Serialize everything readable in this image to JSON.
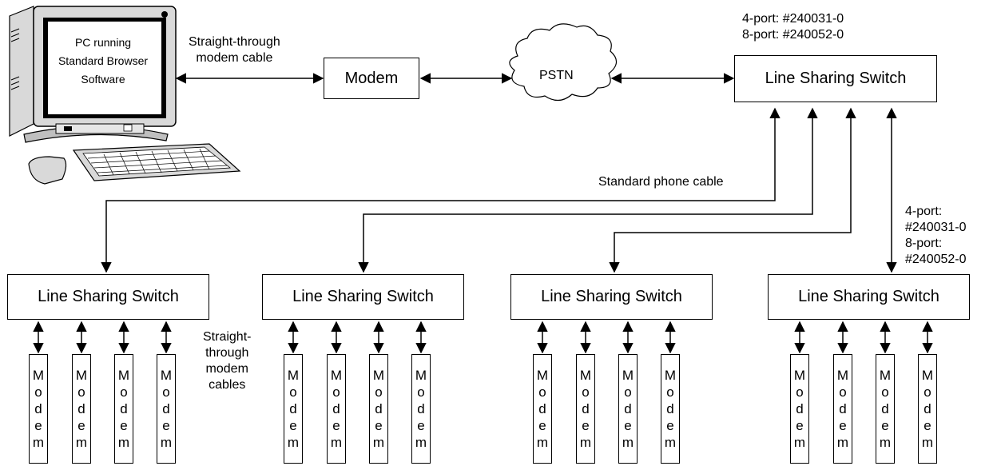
{
  "computer": {
    "icon": "desktop-computer-icon",
    "screen_lines": [
      "PC running",
      "Standard Browser",
      "Software"
    ]
  },
  "top_cable_label": [
    "Straight-through",
    "modem cable"
  ],
  "modem_label": "Modem",
  "pstn_label": "PSTN",
  "main_switch": {
    "label": "Line Sharing Switch",
    "part_lines": [
      "4-port: #240031-0",
      "8-port: #240052-0"
    ]
  },
  "phone_cable_label": "Standard phone cable",
  "side_part_lines": [
    "4-port:",
    "#240031-0",
    "8-port:",
    "#240052-0"
  ],
  "bottom_cable_label": [
    "Straight-",
    "through",
    "modem",
    "cables"
  ],
  "sub_switches": [
    {
      "label": "Line Sharing Switch"
    },
    {
      "label": "Line Sharing Switch"
    },
    {
      "label": "Line Sharing Switch"
    },
    {
      "label": "Line Sharing Switch"
    }
  ],
  "vertical_modem_letters": [
    "M",
    "o",
    "d",
    "e",
    "m"
  ]
}
